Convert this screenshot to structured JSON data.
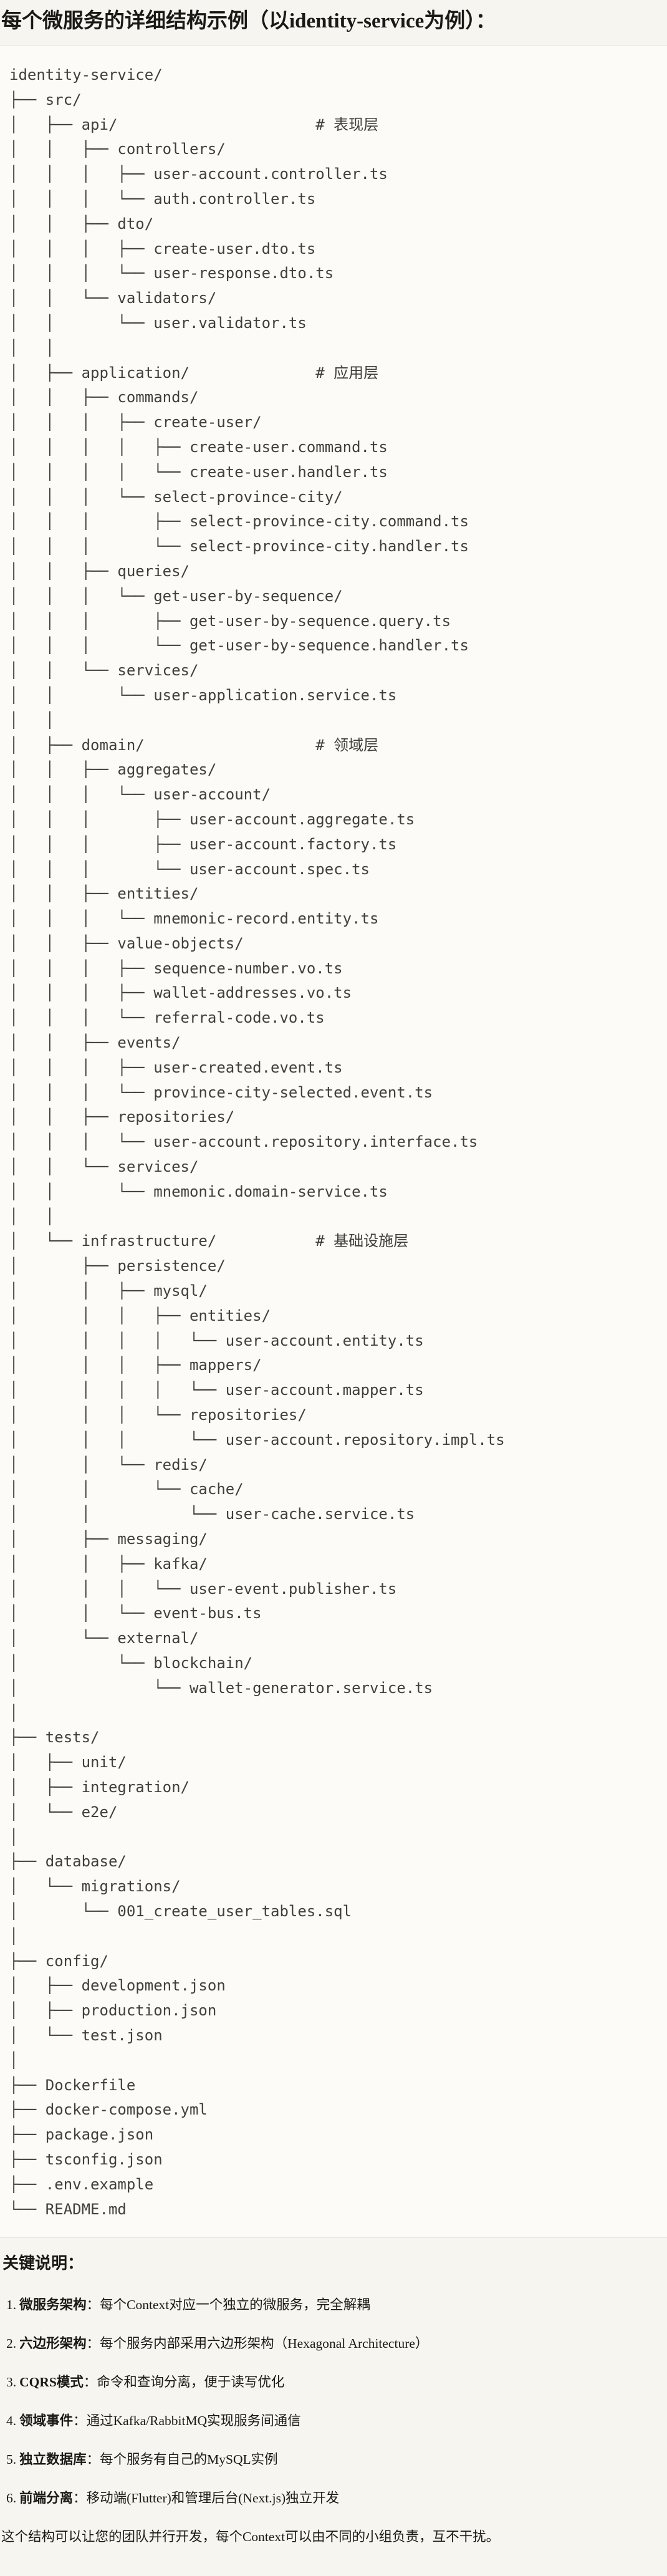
{
  "page": {
    "title": "每个微服务的详细结构示例（以identity-service为例）：",
    "notes_title": "关键说明：",
    "closing": "这个结构可以让您的团队并行开发，每个Context可以由不同的小组负责，互不干扰。"
  },
  "tree": {
    "root": "identity-service/",
    "layer_comments": [
      "# 表现层",
      "# 应用层",
      "# 领域层",
      "# 基础设施层"
    ],
    "lines": [
      "identity-service/",
      "├── src/",
      "│   ├── api/                      # 表现层",
      "│   │   ├── controllers/",
      "│   │   │   ├── user-account.controller.ts",
      "│   │   │   └── auth.controller.ts",
      "│   │   ├── dto/",
      "│   │   │   ├── create-user.dto.ts",
      "│   │   │   └── user-response.dto.ts",
      "│   │   └── validators/",
      "│   │       └── user.validator.ts",
      "│   │",
      "│   ├── application/              # 应用层",
      "│   │   ├── commands/",
      "│   │   │   ├── create-user/",
      "│   │   │   │   ├── create-user.command.ts",
      "│   │   │   │   └── create-user.handler.ts",
      "│   │   │   └── select-province-city/",
      "│   │   │       ├── select-province-city.command.ts",
      "│   │   │       └── select-province-city.handler.ts",
      "│   │   ├── queries/",
      "│   │   │   └── get-user-by-sequence/",
      "│   │   │       ├── get-user-by-sequence.query.ts",
      "│   │   │       └── get-user-by-sequence.handler.ts",
      "│   │   └── services/",
      "│   │       └── user-application.service.ts",
      "│   │",
      "│   ├── domain/                   # 领域层",
      "│   │   ├── aggregates/",
      "│   │   │   └── user-account/",
      "│   │   │       ├── user-account.aggregate.ts",
      "│   │   │       ├── user-account.factory.ts",
      "│   │   │       └── user-account.spec.ts",
      "│   │   ├── entities/",
      "│   │   │   └── mnemonic-record.entity.ts",
      "│   │   ├── value-objects/",
      "│   │   │   ├── sequence-number.vo.ts",
      "│   │   │   ├── wallet-addresses.vo.ts",
      "│   │   │   └── referral-code.vo.ts",
      "│   │   ├── events/",
      "│   │   │   ├── user-created.event.ts",
      "│   │   │   └── province-city-selected.event.ts",
      "│   │   ├── repositories/",
      "│   │   │   └── user-account.repository.interface.ts",
      "│   │   └── services/",
      "│   │       └── mnemonic.domain-service.ts",
      "│   │",
      "│   └── infrastructure/           # 基础设施层",
      "│       ├── persistence/",
      "│       │   ├── mysql/",
      "│       │   │   ├── entities/",
      "│       │   │   │   └── user-account.entity.ts",
      "│       │   │   ├── mappers/",
      "│       │   │   │   └── user-account.mapper.ts",
      "│       │   │   └── repositories/",
      "│       │   │       └── user-account.repository.impl.ts",
      "│       │   └── redis/",
      "│       │       └── cache/",
      "│       │           └── user-cache.service.ts",
      "│       ├── messaging/",
      "│       │   ├── kafka/",
      "│       │   │   └── user-event.publisher.ts",
      "│       │   └── event-bus.ts",
      "│       └── external/",
      "│           └── blockchain/",
      "│               └── wallet-generator.service.ts",
      "│",
      "├── tests/",
      "│   ├── unit/",
      "│   ├── integration/",
      "│   └── e2e/",
      "│",
      "├── database/",
      "│   └── migrations/",
      "│       └── 001_create_user_tables.sql",
      "│",
      "├── config/",
      "│   ├── development.json",
      "│   ├── production.json",
      "│   └── test.json",
      "│",
      "├── Dockerfile",
      "├── docker-compose.yml",
      "├── package.json",
      "├── tsconfig.json",
      "├── .env.example",
      "└── README.md"
    ]
  },
  "notes": [
    {
      "num": "1.",
      "label": "微服务架构",
      "text": "：每个Context对应一个独立的微服务，完全解耦"
    },
    {
      "num": "2.",
      "label": "六边形架构",
      "text": "：每个服务内部采用六边形架构（Hexagonal Architecture）"
    },
    {
      "num": "3.",
      "label": "CQRS模式",
      "text": "：命令和查询分离，便于读写优化"
    },
    {
      "num": "4.",
      "label": "领域事件",
      "text": "：通过Kafka/RabbitMQ实现服务间通信"
    },
    {
      "num": "5.",
      "label": "独立数据库",
      "text": "：每个服务有自己的MySQL实例"
    },
    {
      "num": "6.",
      "label": "前端分离",
      "text": "：移动端(Flutter)和管理后台(Next.js)独立开发"
    }
  ],
  "colors": {
    "page-bg": "#f7f5ef",
    "code-bg": "#fcfbf8",
    "border": "#e3e1da",
    "tree-text": "#40403b",
    "text": "#1a1915"
  }
}
